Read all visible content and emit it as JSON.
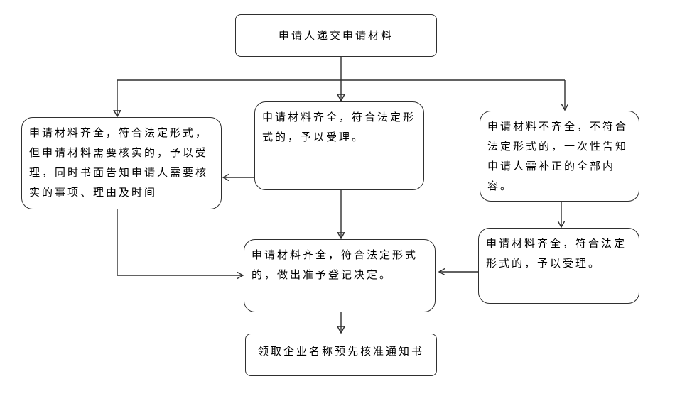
{
  "diagram": {
    "type": "flowchart",
    "colors": {
      "background": "#ffffff",
      "box_fill": "#ffffff",
      "box_border": "#2f2f2f",
      "line": "#2f2f2f",
      "text": "#000000"
    },
    "nodes": {
      "submit": {
        "label": "申请人递交申请材料"
      },
      "needs_verification": {
        "label": "申请材料齐全，符合法定形式，但申请材料需要核实的，予以受理，同时书面告知申请人需要核实的事项、理由及时间"
      },
      "accept": {
        "label": "申请材料齐全，符合法定形式的，予以受理。"
      },
      "incomplete": {
        "label": "申请材料不齐全，不符合法定形式的，一次性告知申请人需补正的全部内容。"
      },
      "accept_after_supplement": {
        "label": "申请材料齐全，符合法定形式的，予以受理。"
      },
      "approval": {
        "label": "申请材料齐全，符合法定形式的，做出准予登记决定。"
      },
      "receive_notice": {
        "label": "领取企业名称预先核准通知书"
      }
    }
  }
}
